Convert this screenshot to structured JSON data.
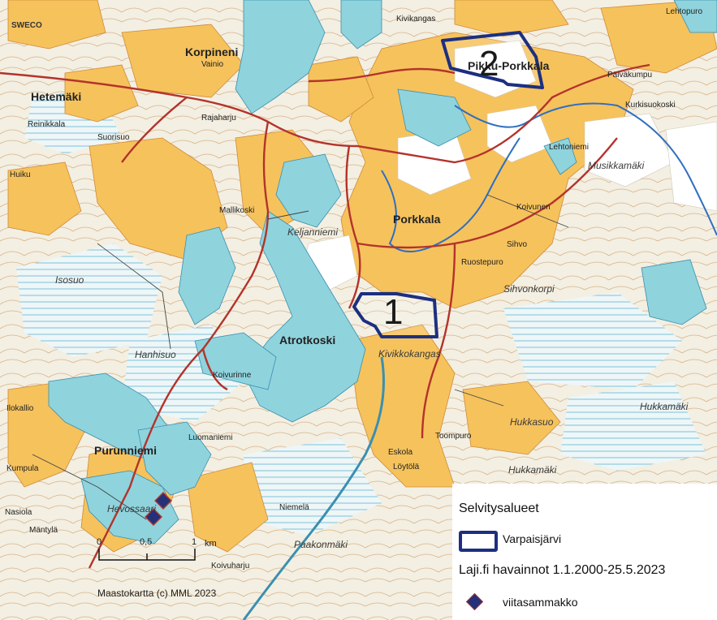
{
  "logo": "SWECO",
  "labels": {
    "korpineni": "Korpineni",
    "hetemaki": "Hetemäki",
    "porkkala": "Porkkala",
    "atrotkoski": "Atrotkoski",
    "purunniemi": "Purunniemi",
    "pikku_porkkala": "Pikku-Porkkala",
    "kivikkokangas": "Kivikkokangas",
    "hanhisuo": "Hanhisuo",
    "isosuo": "Isosuo",
    "sihvonkorpi": "Sihvonkorpi",
    "musikkamaki": "Musikkamäki",
    "hukkasuo": "Hukkasuo",
    "hukkamaki_1": "Hukkamäki",
    "hukkamaki_2": "Hukkamäki",
    "paakonmaki": "Paakonmäki",
    "heposaari": "Hevossaari",
    "keljanniemi": "Keljanniemi",
    "rajaharju": "Rajaharju",
    "koivunen": "Koivunen",
    "ruostepuro": "Ruostepuro",
    "sihvo": "Sihvo",
    "lehtoniemi": "Lehtoniemi",
    "paivakumpu": "Päiväkumpu",
    "kivikangas": "Kivikangas",
    "lehtopuro": "Lehtopuro",
    "kurkisuokoski": "Kurkisuokoski",
    "koivurinne": "Koivurinne",
    "luomaniemi": "Luomaniemi",
    "toompuro": "Toompuro",
    "loytola": "Löytölä",
    "eskola": "Eskola",
    "reinikkala": "Reinikkala",
    "suorisuo": "Suorisuo",
    "huiku": "Huiku",
    "mallikoski": "Mallikoski",
    "vainio": "Vainio",
    "ilokallio": "Ilokallio",
    "kumpula": "Kumpula",
    "mantyla": "Mäntylä",
    "nasiola": "Nasiola",
    "niemela": "Niemelä",
    "koivuharju": "Koivuharju"
  },
  "areas": [
    {
      "number": "1"
    },
    {
      "number": "2"
    }
  ],
  "scale": {
    "tick_0": "0",
    "tick_05": "0,5",
    "tick_1": "1",
    "unit": "km"
  },
  "copyright": "Maastokartta (c) MML 2023",
  "legend": {
    "title": "Selvitysalueet",
    "area_label": "Varpaisjärvi",
    "observations_title": "Laji.fi havainnot 1.1.2000-25.5.2023",
    "observation_label": "viitasammakko"
  },
  "colors": {
    "water": "#8fd3dd",
    "forest": "#f6c25c",
    "field": "#ffffff",
    "boundary": "#1c2f80",
    "road": "#b3332b",
    "marker": "#23307a",
    "marker_border": "#b3332b"
  }
}
